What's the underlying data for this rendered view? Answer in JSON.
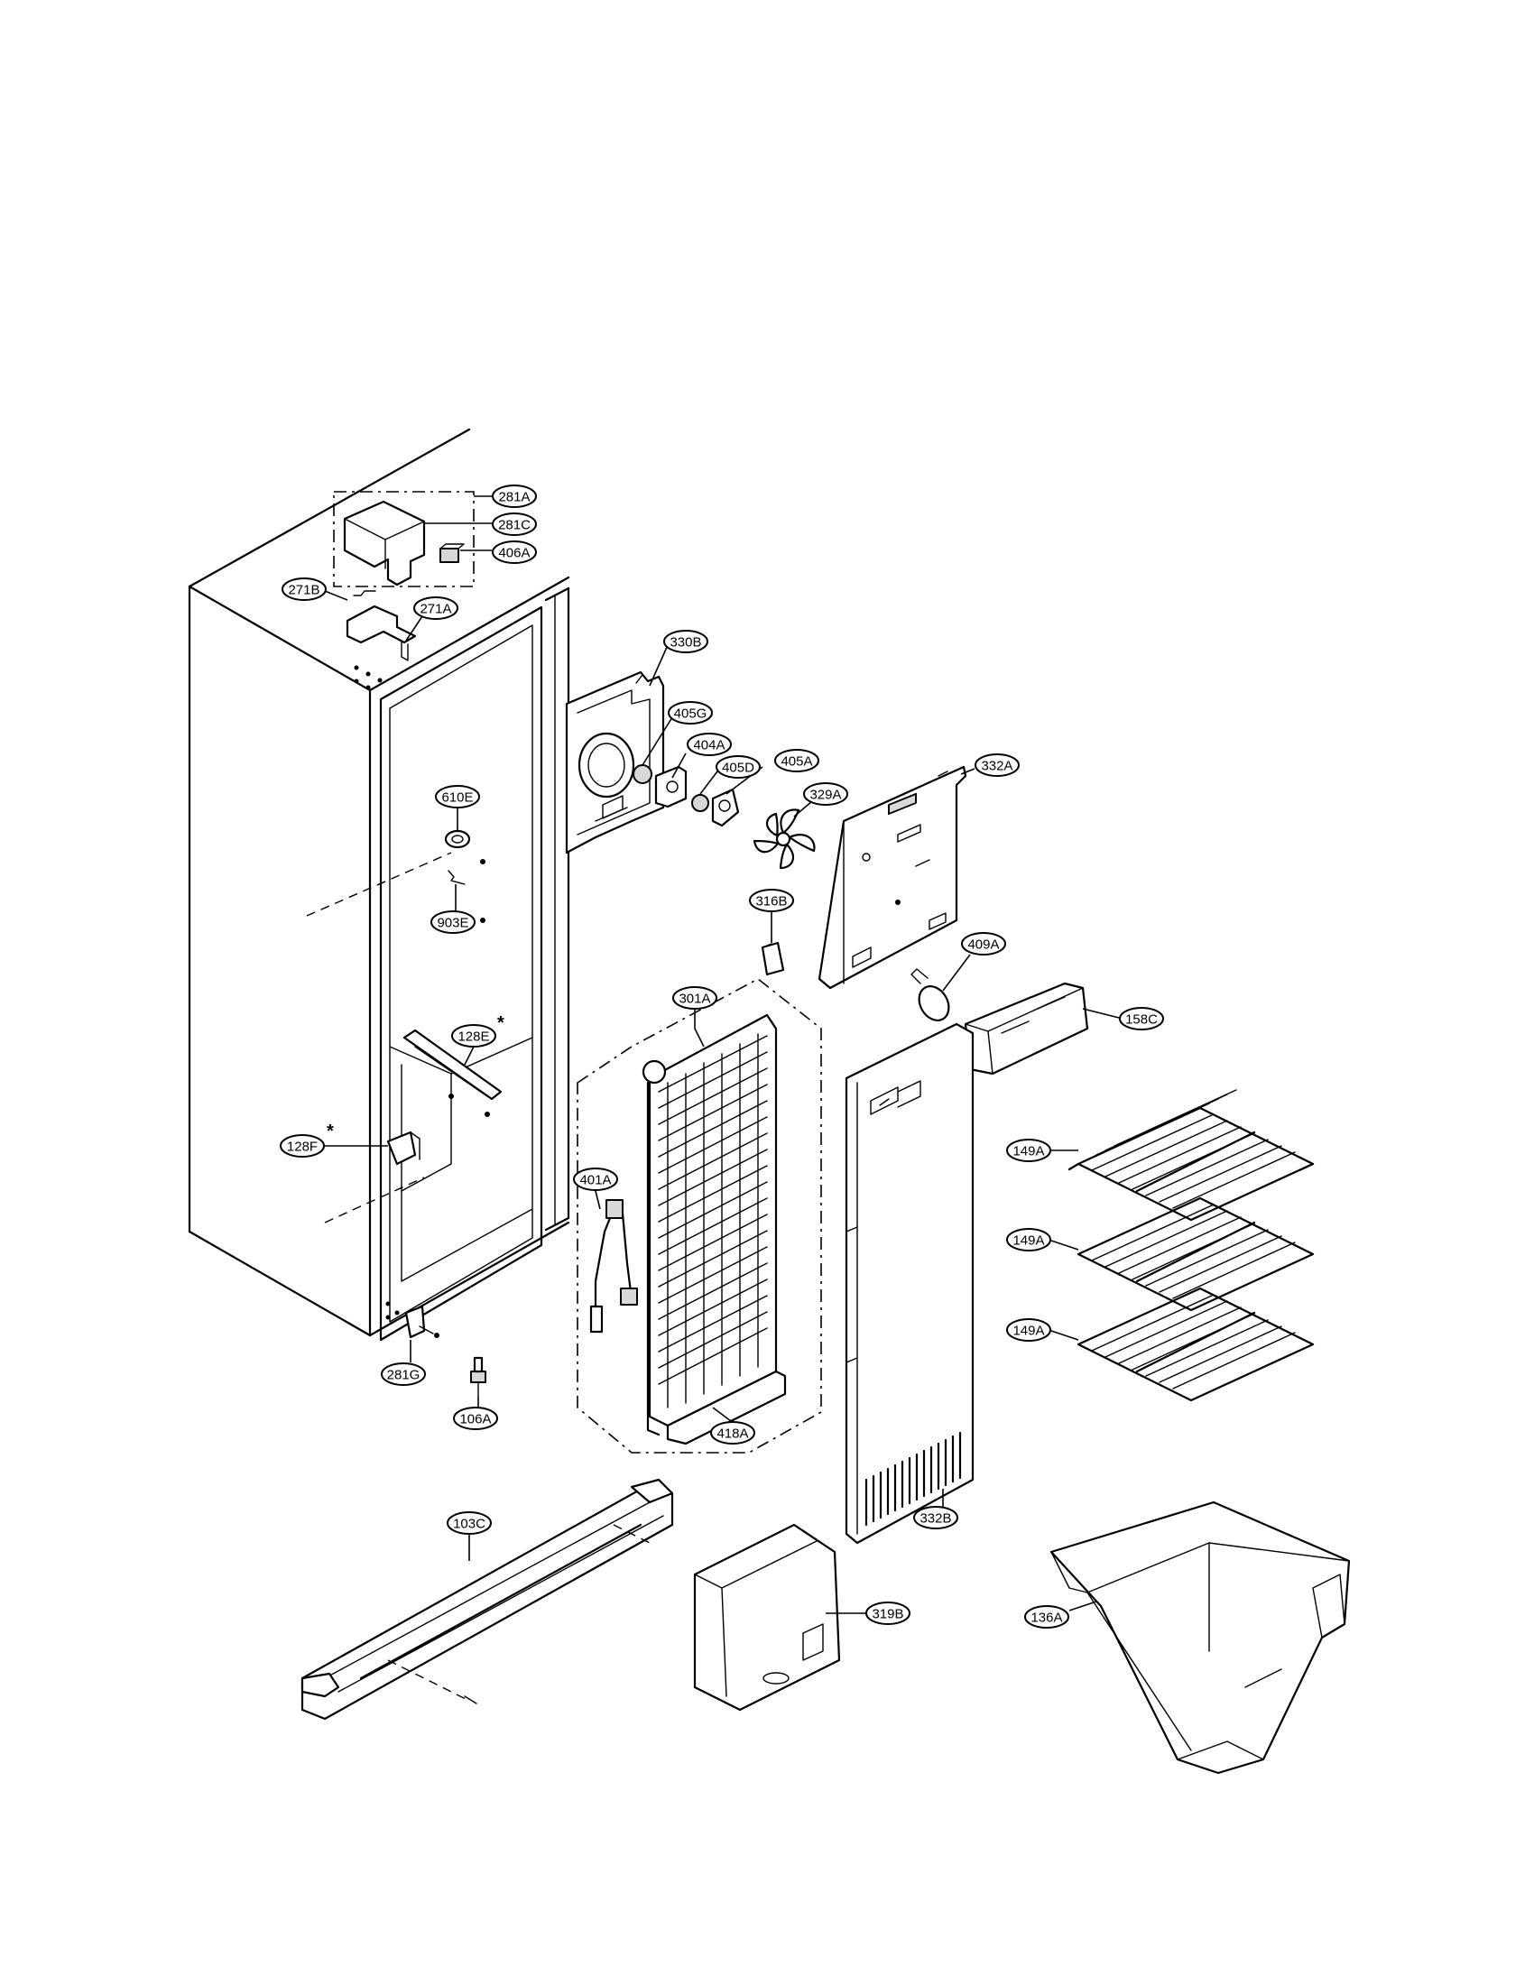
{
  "diagram": {
    "callouts": [
      {
        "id": "281A",
        "label": "281A"
      },
      {
        "id": "281C",
        "label": "281C"
      },
      {
        "id": "406A",
        "label": "406A"
      },
      {
        "id": "271B",
        "label": "271B"
      },
      {
        "id": "271A",
        "label": "271A"
      },
      {
        "id": "330B",
        "label": "330B"
      },
      {
        "id": "405G",
        "label": "405G"
      },
      {
        "id": "404A",
        "label": "404A"
      },
      {
        "id": "405D",
        "label": "405D"
      },
      {
        "id": "405A",
        "label": "405A"
      },
      {
        "id": "329A",
        "label": "329A"
      },
      {
        "id": "332A",
        "label": "332A"
      },
      {
        "id": "610E",
        "label": "610E"
      },
      {
        "id": "903E",
        "label": "903E"
      },
      {
        "id": "316B",
        "label": "316B"
      },
      {
        "id": "301A",
        "label": "301A"
      },
      {
        "id": "409A",
        "label": "409A"
      },
      {
        "id": "158C",
        "label": "158C"
      },
      {
        "id": "128E",
        "label": "128E"
      },
      {
        "id": "128F",
        "label": "128F"
      },
      {
        "id": "149A_1",
        "label": "149A"
      },
      {
        "id": "149A_2",
        "label": "149A"
      },
      {
        "id": "149A_3",
        "label": "149A"
      },
      {
        "id": "401A",
        "label": "401A"
      },
      {
        "id": "281G",
        "label": "281G"
      },
      {
        "id": "106A",
        "label": "106A"
      },
      {
        "id": "418A",
        "label": "418A"
      },
      {
        "id": "332B",
        "label": "332B"
      },
      {
        "id": "103C",
        "label": "103C"
      },
      {
        "id": "319B",
        "label": "319B"
      },
      {
        "id": "136A",
        "label": "136A"
      }
    ],
    "marks": {
      "star_128E": "*",
      "star_128F": "*"
    }
  }
}
